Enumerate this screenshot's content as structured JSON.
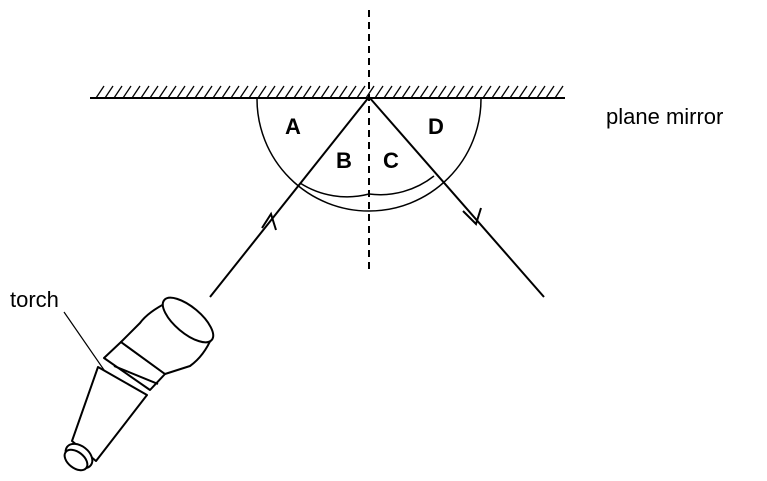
{
  "labels": {
    "mirror": "plane mirror",
    "torch": "torch",
    "angle_a": "A",
    "angle_b": "B",
    "angle_c": "C",
    "angle_d": "D"
  },
  "colors": {
    "ink": "#000000",
    "background": "#ffffff"
  }
}
